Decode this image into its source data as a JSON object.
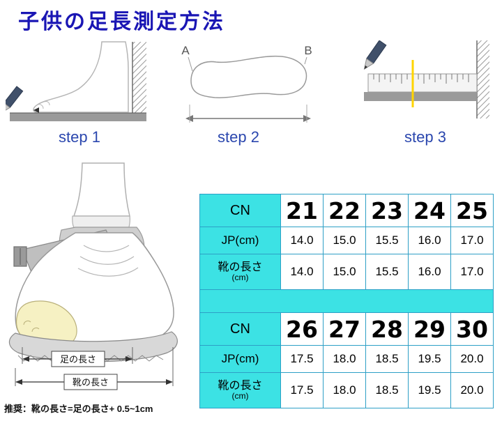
{
  "title": "子供の足長測定方法",
  "steps": [
    {
      "label": "step 1"
    },
    {
      "label": "step 2"
    },
    {
      "label": "step 3"
    }
  ],
  "step2": {
    "point_a": "A",
    "point_b": "B"
  },
  "shoe_diagram": {
    "foot_length_label": "足の長さ",
    "shoe_length_label": "靴の長さ",
    "note": "推奨：靴の長さ=足の長さ+ 0.5~1cm"
  },
  "size_table": {
    "groups": [
      {
        "cn_label": "CN",
        "jp_label": "JP(cm)",
        "shoe_label": "靴の長さ",
        "shoe_unit": "(cm)",
        "cn": [
          "21",
          "22",
          "23",
          "24",
          "25"
        ],
        "jp": [
          "14.0",
          "15.0",
          "15.5",
          "16.0",
          "17.0"
        ],
        "shoe": [
          "14.0",
          "15.0",
          "15.5",
          "16.0",
          "17.0"
        ]
      },
      {
        "cn_label": "CN",
        "jp_label": "JP(cm)",
        "shoe_label": "靴の長さ",
        "shoe_unit": "(cm)",
        "cn": [
          "26",
          "27",
          "28",
          "29",
          "30"
        ],
        "jp": [
          "17.5",
          "18.0",
          "18.5",
          "19.5",
          "20.0"
        ],
        "shoe": [
          "17.5",
          "18.0",
          "18.5",
          "19.5",
          "20.0"
        ]
      }
    ]
  },
  "colors": {
    "title_blue": "#1a16b4",
    "step_blue": "#2b47ae",
    "table_cyan": "#3ce2e4",
    "table_border": "#2d9fc6",
    "ruler_mark_yellow": "#ffd400"
  }
}
